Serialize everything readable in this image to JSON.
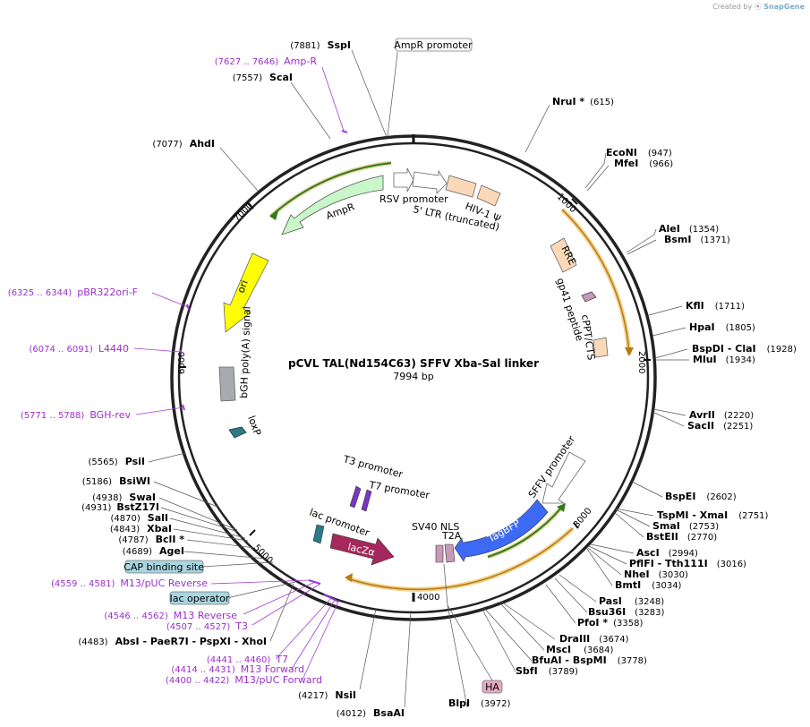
{
  "credit": {
    "created_by": "Created by",
    "brand": "SnapGene"
  },
  "plasmid": {
    "name": "pCVL TAL(Nd154C63) SFFV Xba-Sal linker",
    "length": "7994 bp"
  },
  "ticks": [
    "1000",
    "2000",
    "3000",
    "4000",
    "5000",
    "6000",
    "7000"
  ],
  "sites_right": [
    {
      "name": "NruI *",
      "pos": "(615)"
    },
    {
      "name": "EcoNI",
      "pos": "(947)"
    },
    {
      "name": "MfeI",
      "pos": "(966)"
    },
    {
      "name": "AleI",
      "pos": "(1354)"
    },
    {
      "name": "BsmI",
      "pos": "(1371)"
    },
    {
      "name": "KflI",
      "pos": "(1711)"
    },
    {
      "name": "HpaI",
      "pos": "(1805)"
    },
    {
      "name": "BspDI - ClaI",
      "pos": "(1928)"
    },
    {
      "name": "MluI",
      "pos": "(1934)"
    },
    {
      "name": "AvrII",
      "pos": "(2220)"
    },
    {
      "name": "SacII",
      "pos": "(2251)"
    },
    {
      "name": "BspEI",
      "pos": "(2602)"
    },
    {
      "name": "TspMI - XmaI",
      "pos": "(2751)"
    },
    {
      "name": "SmaI",
      "pos": "(2753)"
    },
    {
      "name": "BstEII",
      "pos": "(2770)"
    },
    {
      "name": "AscI",
      "pos": "(2994)"
    },
    {
      "name": "PflFI - Tth111I",
      "pos": "(3016)"
    },
    {
      "name": "NheI",
      "pos": "(3030)"
    },
    {
      "name": "BmtI",
      "pos": "(3034)"
    },
    {
      "name": "PasI",
      "pos": "(3248)"
    },
    {
      "name": "Bsu36I",
      "pos": "(3283)"
    },
    {
      "name": "PfoI *",
      "pos": "(3358)"
    },
    {
      "name": "DraIII",
      "pos": "(3674)"
    },
    {
      "name": "MscI",
      "pos": "(3684)"
    },
    {
      "name": "BfuAI - BspMI",
      "pos": "(3778)"
    },
    {
      "name": "SbfI",
      "pos": "(3789)"
    },
    {
      "name": "BlpI",
      "pos": "(3972)"
    }
  ],
  "sites_left": [
    {
      "name": "SspI",
      "pos": "(7881)"
    },
    {
      "name": "ScaI",
      "pos": "(7557)"
    },
    {
      "name": "AhdI",
      "pos": "(7077)"
    },
    {
      "name": "PsiI",
      "pos": "(5565)"
    },
    {
      "name": "BsiWI",
      "pos": "(5186)"
    },
    {
      "name": "SwaI",
      "pos": "(4938)"
    },
    {
      "name": "BstZ17I",
      "pos": "(4931)"
    },
    {
      "name": "SalI",
      "pos": "(4870)"
    },
    {
      "name": "XbaI",
      "pos": "(4843)"
    },
    {
      "name": "BclI *",
      "pos": "(4787)"
    },
    {
      "name": "AgeI",
      "pos": "(4689)"
    },
    {
      "name": "AbsI - PaeR7I - PspXI - XhoI",
      "pos": "(4483)"
    },
    {
      "name": "NsiI",
      "pos": "(4217)"
    },
    {
      "name": "BsaAI",
      "pos": "(4012)"
    }
  ],
  "primers": [
    {
      "name": "Amp-R",
      "range": "(7627 .. 7646)"
    },
    {
      "name": "pBR322ori-F",
      "range": "(6325 .. 6344)"
    },
    {
      "name": "L4440",
      "range": "(6074 .. 6091)"
    },
    {
      "name": "BGH-rev",
      "range": "(5771 .. 5788)"
    },
    {
      "name": "M13/pUC Reverse",
      "range": "(4559 .. 4581)"
    },
    {
      "name": "M13 Reverse",
      "range": "(4546 .. 4562)"
    },
    {
      "name": "T3",
      "range": "(4507 .. 4527)"
    },
    {
      "name": "T7",
      "range": "(4441 .. 4460)"
    },
    {
      "name": "M13 Forward",
      "range": "(4414 .. 4431)"
    },
    {
      "name": "M13/pUC Forward",
      "range": "(4400 .. 4422)"
    }
  ],
  "boxed_labels": [
    "AmpR promoter",
    "CAP binding site",
    "lac operator",
    "HA"
  ],
  "features": {
    "rsv_promoter": "RSV promoter",
    "ltr": "5' LTR (truncated)",
    "hiv_psi": "HIV-1 Ψ",
    "ampr": "AmpR",
    "ori": "ori",
    "bgh": "bGH poly(A) signal",
    "loxp": "loxP",
    "rre": "RRE",
    "gp41": "gp41 peptide",
    "cppt": "cPPT/CTS",
    "t3": "T3 promoter",
    "t7": "T7 promoter",
    "lac_promoter": "lac promoter",
    "lacz": "lacZα",
    "sv40": "SV40 NLS",
    "t2a": "T2A",
    "tagbfp": "TagBFP",
    "sffv": "SFFV promoter"
  },
  "colors": {
    "backbone": "#222222",
    "orf_orange": "#e8a94a",
    "green_arrow": "#2f7a1a",
    "ampr": "#c9f7c9",
    "ori": "#ffff00",
    "tagbfp": "#3d6af5",
    "lacz": "#a4285b",
    "primer": "#a33bd6",
    "ltr_box": "#fbd9b8"
  }
}
